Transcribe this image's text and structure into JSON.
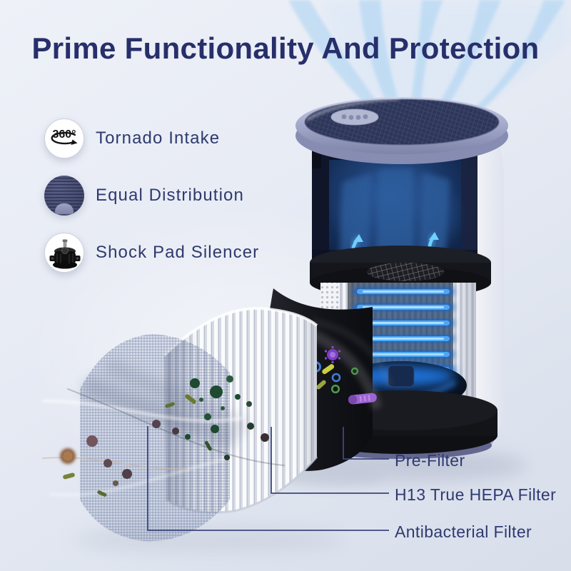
{
  "page": {
    "title": "Prime Functionality And Protection"
  },
  "features": {
    "items": [
      {
        "icon": "360-rotation-icon",
        "icon_text": "360°",
        "label": "Tornado Intake"
      },
      {
        "icon": "air-grille-icon",
        "label": "Equal Distribution"
      },
      {
        "icon": "motor-shock-pad-icon",
        "label": "Shock Pad Silencer"
      }
    ]
  },
  "callouts": {
    "items": [
      {
        "label": "Pre-Filter"
      },
      {
        "label": "H13 True HEPA Filter"
      },
      {
        "label": "Antibacterial Filter"
      }
    ]
  },
  "colors": {
    "title_navy": "#272f6b",
    "label_navy": "#2e3a6e",
    "callout_line_navy": "#3c477c",
    "stream_blue": "#a8d2f3",
    "glow_blue": "#3fa2f2",
    "base_purple": "#63678e",
    "mesh_blue": "#5e6e97",
    "shell_white": "#f6f7fa"
  }
}
